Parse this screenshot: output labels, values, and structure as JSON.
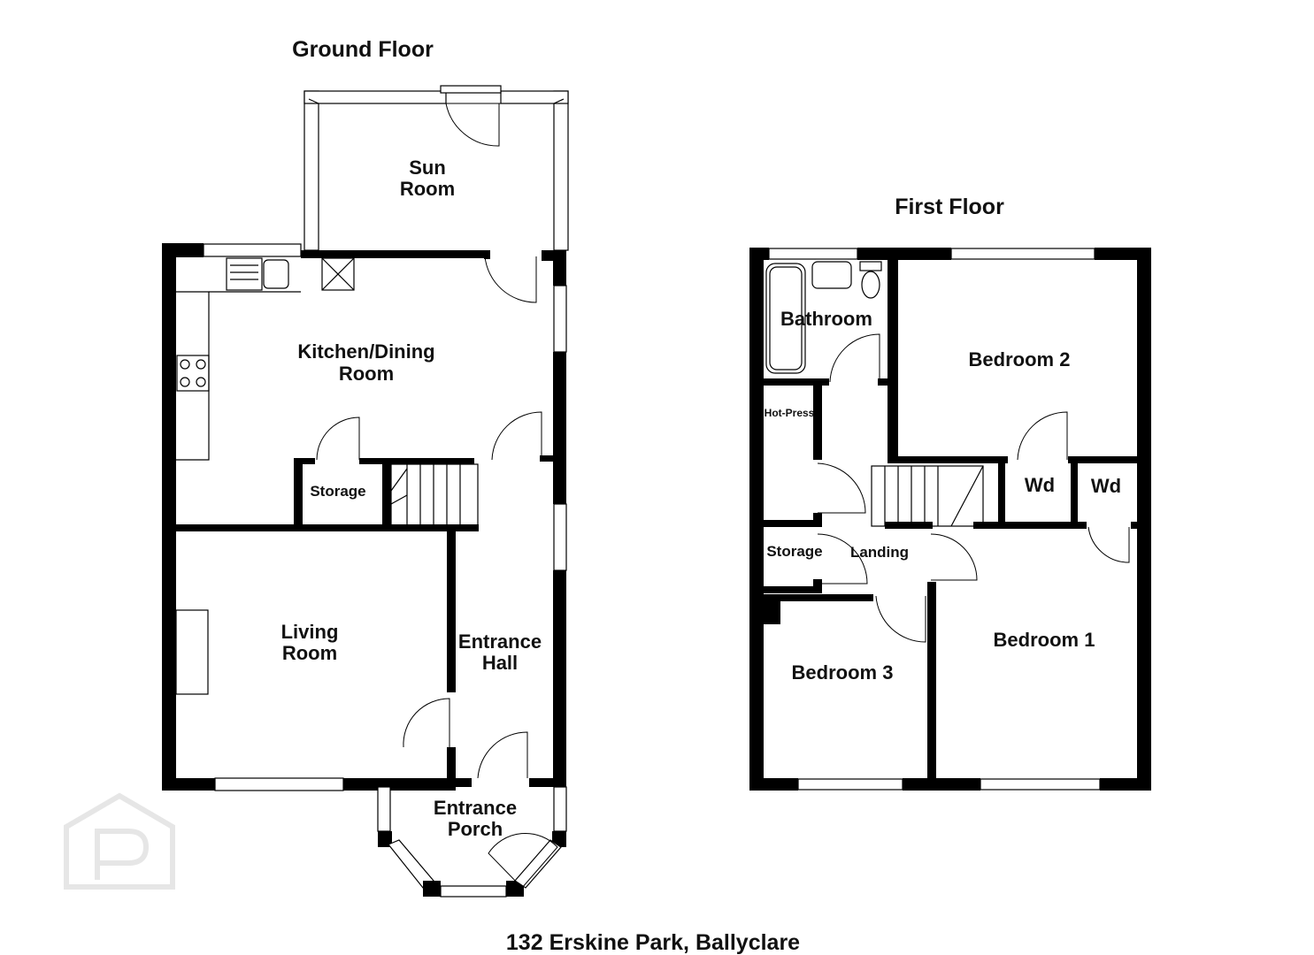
{
  "plan": {
    "ground_floor_title": "Ground Floor",
    "first_floor_title": "First Floor",
    "address": "132 Erskine Park, Ballyclare",
    "ground_rooms": {
      "sun_room_1": "Sun",
      "sun_room_2": "Room",
      "kitchen_1": "Kitchen/Dining",
      "kitchen_2": "Room",
      "storage": "Storage",
      "living_1": "Living",
      "living_2": "Room",
      "hall_1": "Entrance",
      "hall_2": "Hall",
      "porch_1": "Entrance",
      "porch_2": "Porch"
    },
    "first_rooms": {
      "bathroom": "Bathroom",
      "bedroom2": "Bedroom 2",
      "hot_press": "Hot-Press",
      "wd_1": "Wd",
      "wd_2": "Wd",
      "storage": "Storage",
      "landing": "Landing",
      "bedroom1": "Bedroom 1",
      "bedroom3": "Bedroom 3"
    },
    "watermark_icon": "property-logo-icon"
  }
}
